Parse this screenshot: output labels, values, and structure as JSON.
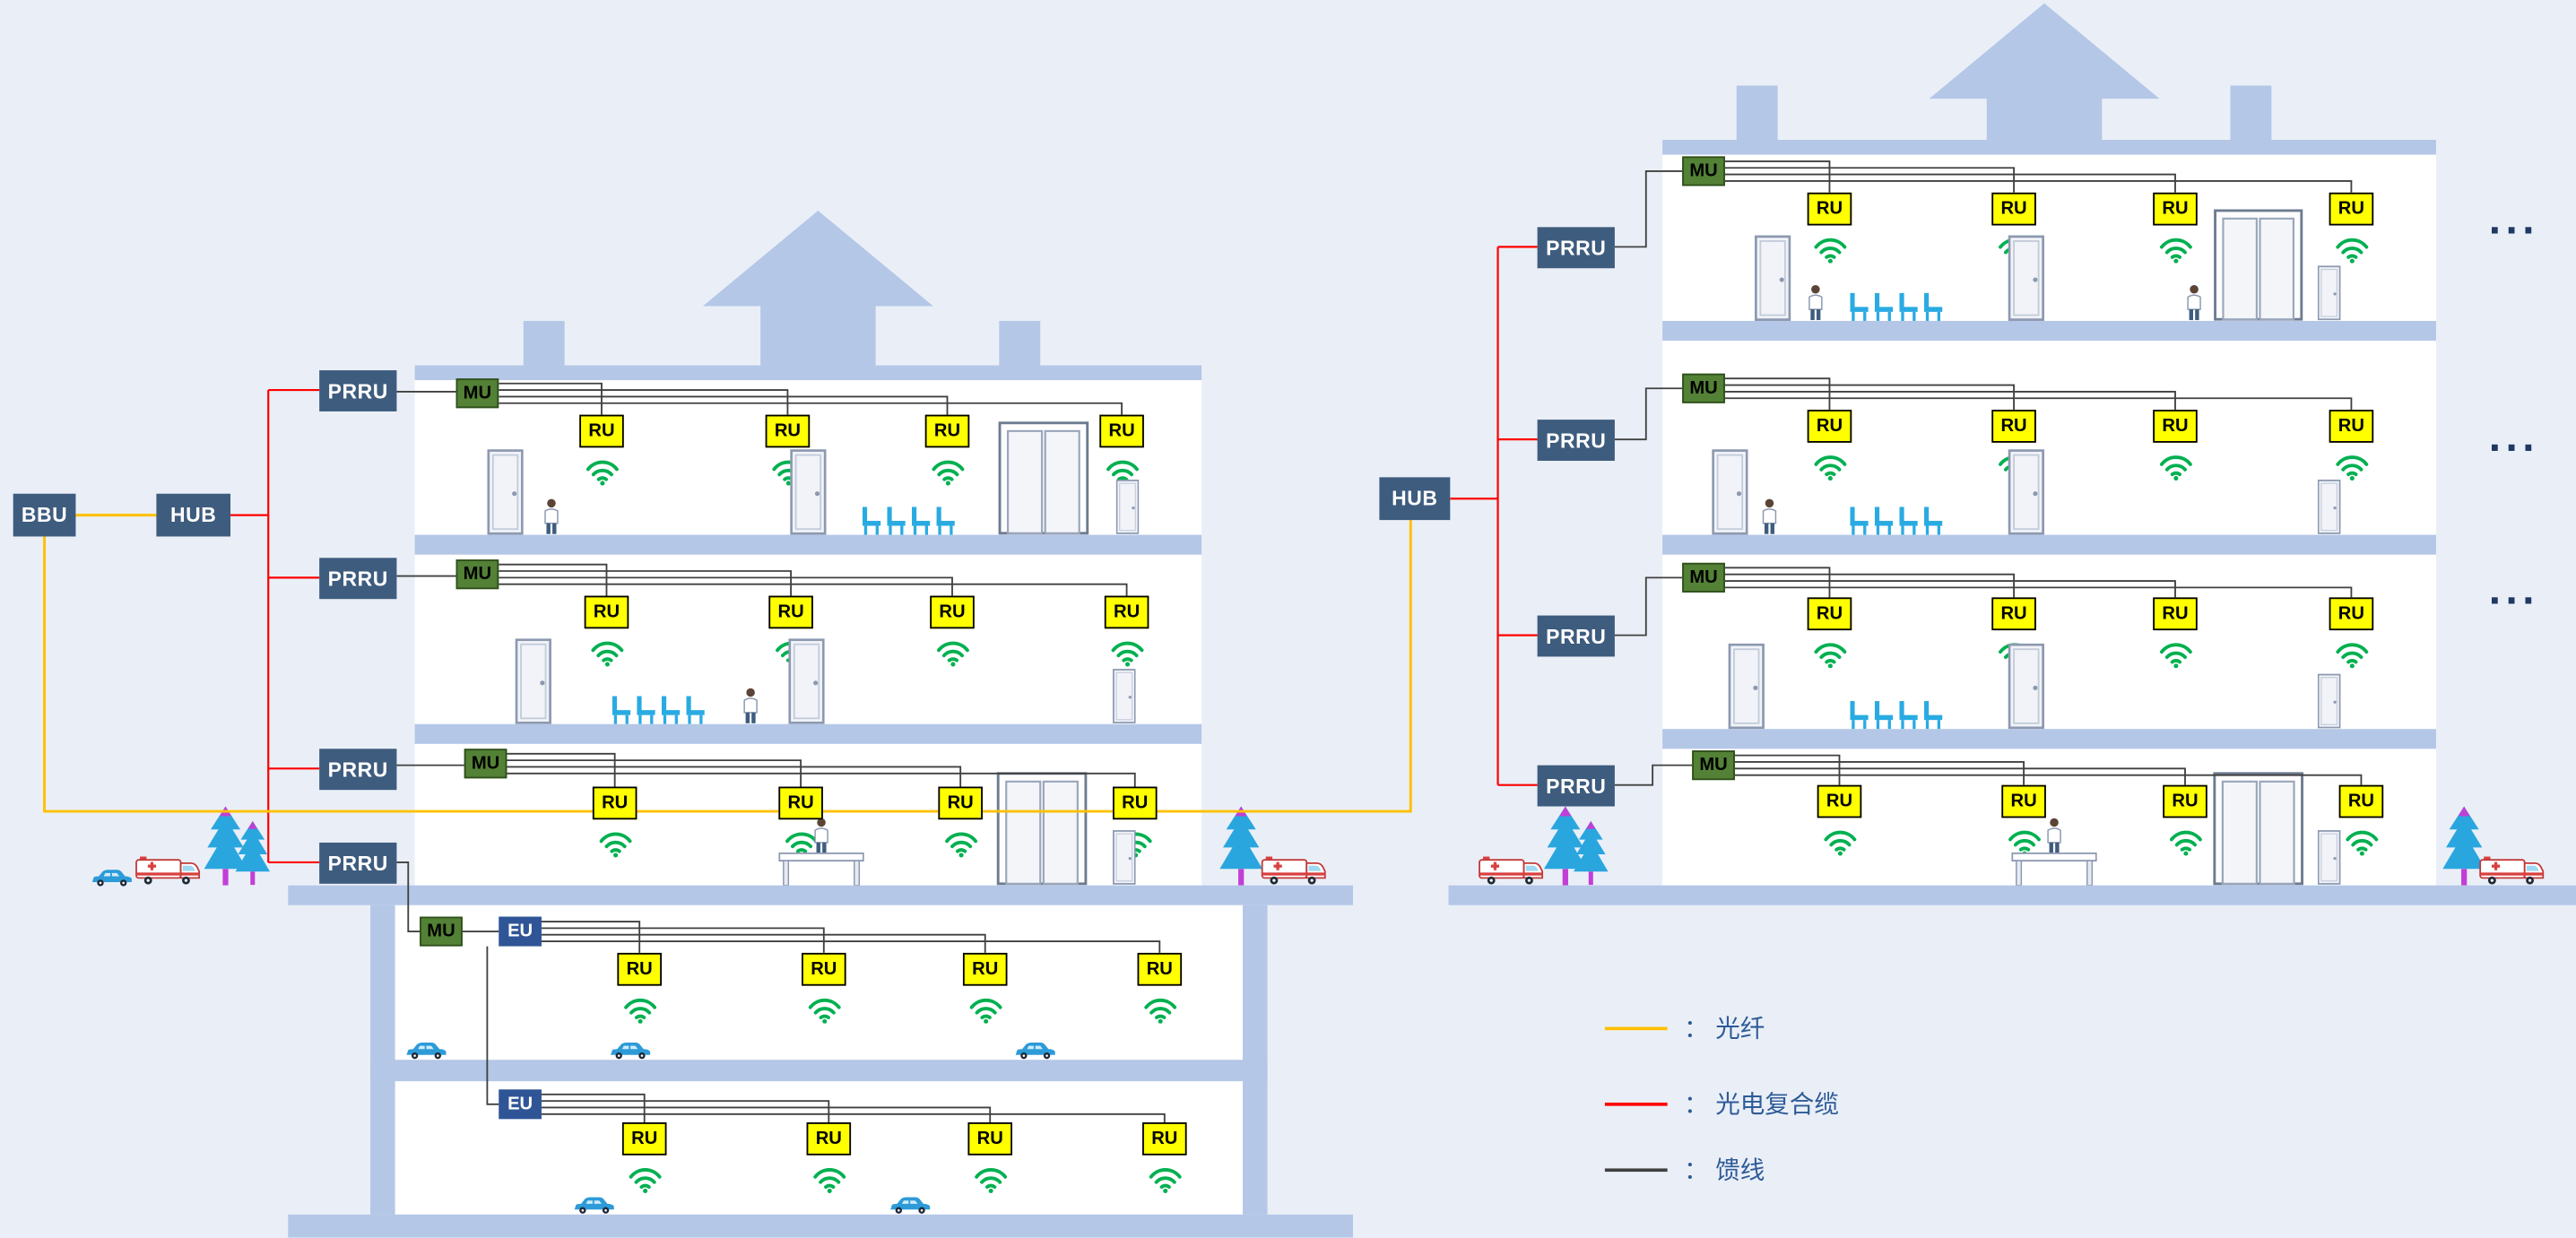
{
  "labels": {
    "bbu": "BBU",
    "hub": "HUB",
    "prru": "PRRU",
    "mu": "MU",
    "ru": "RU",
    "eu": "EU",
    "ellipsis": "..."
  },
  "legend": {
    "items": [
      {
        "name": "optical-fiber",
        "label": "： 光纤",
        "color": "#FFC000"
      },
      {
        "name": "optoelectronic-composite-cable",
        "label": "： 光电复合缆",
        "color": "#FF0000"
      },
      {
        "name": "feeder-line",
        "label": "： 馈线",
        "color": "#404040"
      }
    ]
  },
  "colors": {
    "background": "#EAEFF7",
    "building": "#B4C7E7",
    "floor": "#FFFFFF",
    "bbu_hub_prru_box": "#3E5C7E",
    "mu_box": "#538135",
    "ru_box": "#FFFF00",
    "eu_box": "#2F5597",
    "wifi_signal": "#00B050",
    "ellipsis_text": "#1F3864",
    "legend_text": "#2E5B97"
  },
  "diagram": {
    "left_building": {
      "prru_count": 4,
      "floors_above_ground": 3,
      "basement_levels": 2,
      "mu_count": 4,
      "eu_count": 2,
      "ru_per_level": 4
    },
    "right_building": {
      "prru_count": 4,
      "floors": 4,
      "mu_count": 4,
      "ru_per_level": 4
    },
    "continuation_marks": 3
  }
}
